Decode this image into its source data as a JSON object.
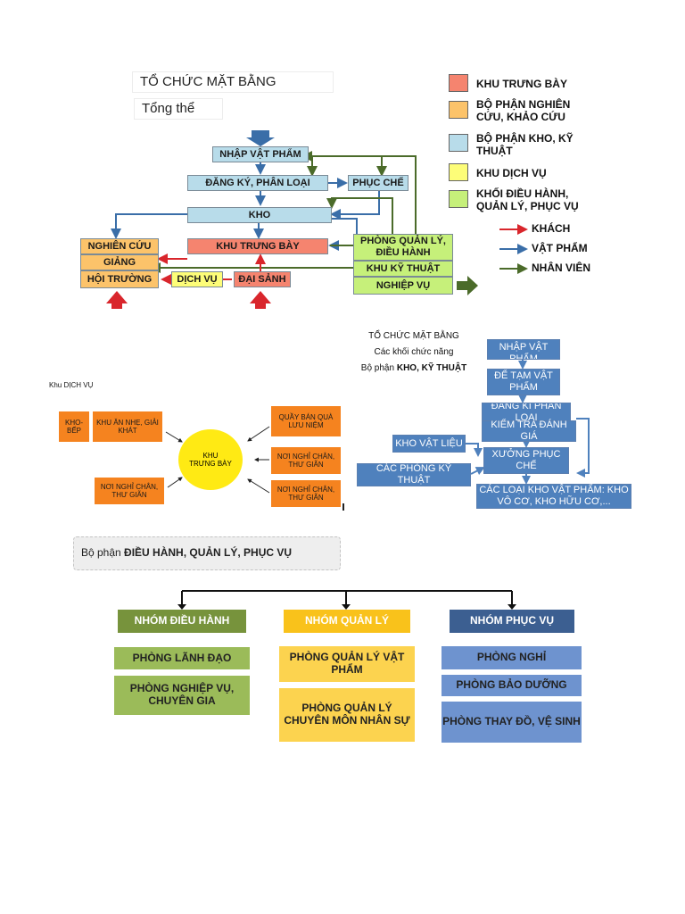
{
  "diagram1": {
    "title": "TỔ CHỨC MẶT BẰNG",
    "subtitle": "Tổng thể",
    "boxes": {
      "nhap_vat_pham": "NHẬP VẬT PHẨM",
      "dang_ky": "ĐĂNG KÝ, PHÂN LOẠI",
      "phuc_che": "PHỤC CHẾ",
      "kho": "KHO",
      "khu_trung_bay": "KHU TRƯNG BÀY",
      "nghien_cuu": "NGHIÊN CỨU",
      "giang": "GIẢNG",
      "hoi_truong": "HỘI TRƯỜNG",
      "dich_vu": "DỊCH VỤ",
      "dai_sanh": "ĐẠI SẢNH",
      "phong_quan_ly": "PHÒNG QUẢN LÝ, ĐIỀU HÀNH",
      "khu_ky_thuat": "KHU KỸ THUẬT",
      "nghiep_vu": "NGHIỆP VỤ"
    },
    "legend": {
      "khu_trung_bay": "KHU TRƯNG BÀY",
      "nghien_cuu": "BỘ PHẬN NGHIÊN CỨU, KHẢO CỨU",
      "kho_ky_thuat": "BỘ PHẬN KHO, KỸ THUẬT",
      "dich_vu": "KHU DỊCH VỤ",
      "dieu_hanh": "KHỐI ĐIỀU HÀNH, QUẢN LÝ, PHỤC VỤ",
      "khach": "KHÁCH",
      "vat_pham": "VẬT PHẨM",
      "nhan_vien": "NHÂN VIÊN"
    },
    "colors": {
      "red": "#f5846f",
      "orange": "#fcc36a",
      "blue": "#b8dcea",
      "yellow": "#fdfd78",
      "green": "#c6f07a",
      "arrow_red": "#d9262c",
      "arrow_blue": "#3a6ea8",
      "arrow_green": "#4b6b2a"
    }
  },
  "diagram2": {
    "title": "Khu DỊCH VỤ",
    "center": "KHU TRƯNG BÀY",
    "items": [
      "KHO-BẾP",
      "KHU ĂN NHẸ, GIẢI KHÁT",
      "NƠI NGHỈ CHÂN, THƯ GIÃN",
      "QUẦY BÁN QUÀ LƯU NIỆM",
      "NƠI NGHỈ CHÂN, THƯ GIÃN",
      "NƠI NGHỈ CHÂN, THƯ GIÃN"
    ]
  },
  "diagram3": {
    "title_line1": "TỔ CHỨC MẶT BẰNG",
    "title_line2": "Các khối chức năng",
    "title_line3_normal": "Bộ phận ",
    "title_line3_bold": "KHO, KỸ THUẬT",
    "steps": [
      "NHẬP VẬT PHẨM",
      "ĐỂ TẠM VẬT PHẨM",
      "ĐĂNG KÍ PHÂN LOẠI",
      "KIỂM TRA ĐÁNH GIÁ",
      "XƯỞNG PHỤC CHẾ",
      "CÁC LOẠI KHO VẬT PHẨM: KHO VÔ CƠ, KHO HỮU CƠ,..."
    ],
    "side": [
      "KHO VẬT LIỆU",
      "CÁC PHÒNG KỸ THUẬT"
    ]
  },
  "diagram4": {
    "title_normal": "Bộ phận ",
    "title_bold": "ĐIỀU HÀNH, QUẢN LÝ, PHỤC VỤ",
    "groups": [
      {
        "header": "NHÓM ĐIỀU HÀNH",
        "items": [
          "PHÒNG LÃNH ĐẠO",
          "PHÒNG NGHIỆP VỤ, CHUYÊN GIA"
        ],
        "header_color": "#77933c",
        "item_color": "#9bbb59"
      },
      {
        "header": "NHÓM QUẢN LÝ",
        "items": [
          "PHÒNG QUẢN LÝ VẬT PHẨM",
          "PHÒNG QUẢN LÝ CHUYÊN MÔN NHÂN SỰ"
        ],
        "header_color": "#f9c21b",
        "item_color": "#fcd34f"
      },
      {
        "header": "NHÓM PHỤC VỤ",
        "items": [
          "PHÒNG NGHỈ",
          "PHÒNG BẢO DƯỠNG",
          "PHÒNG THAY ĐỒ, VỆ SINH"
        ],
        "header_color": "#3c5f91",
        "item_color": "#6e93cf"
      }
    ]
  }
}
